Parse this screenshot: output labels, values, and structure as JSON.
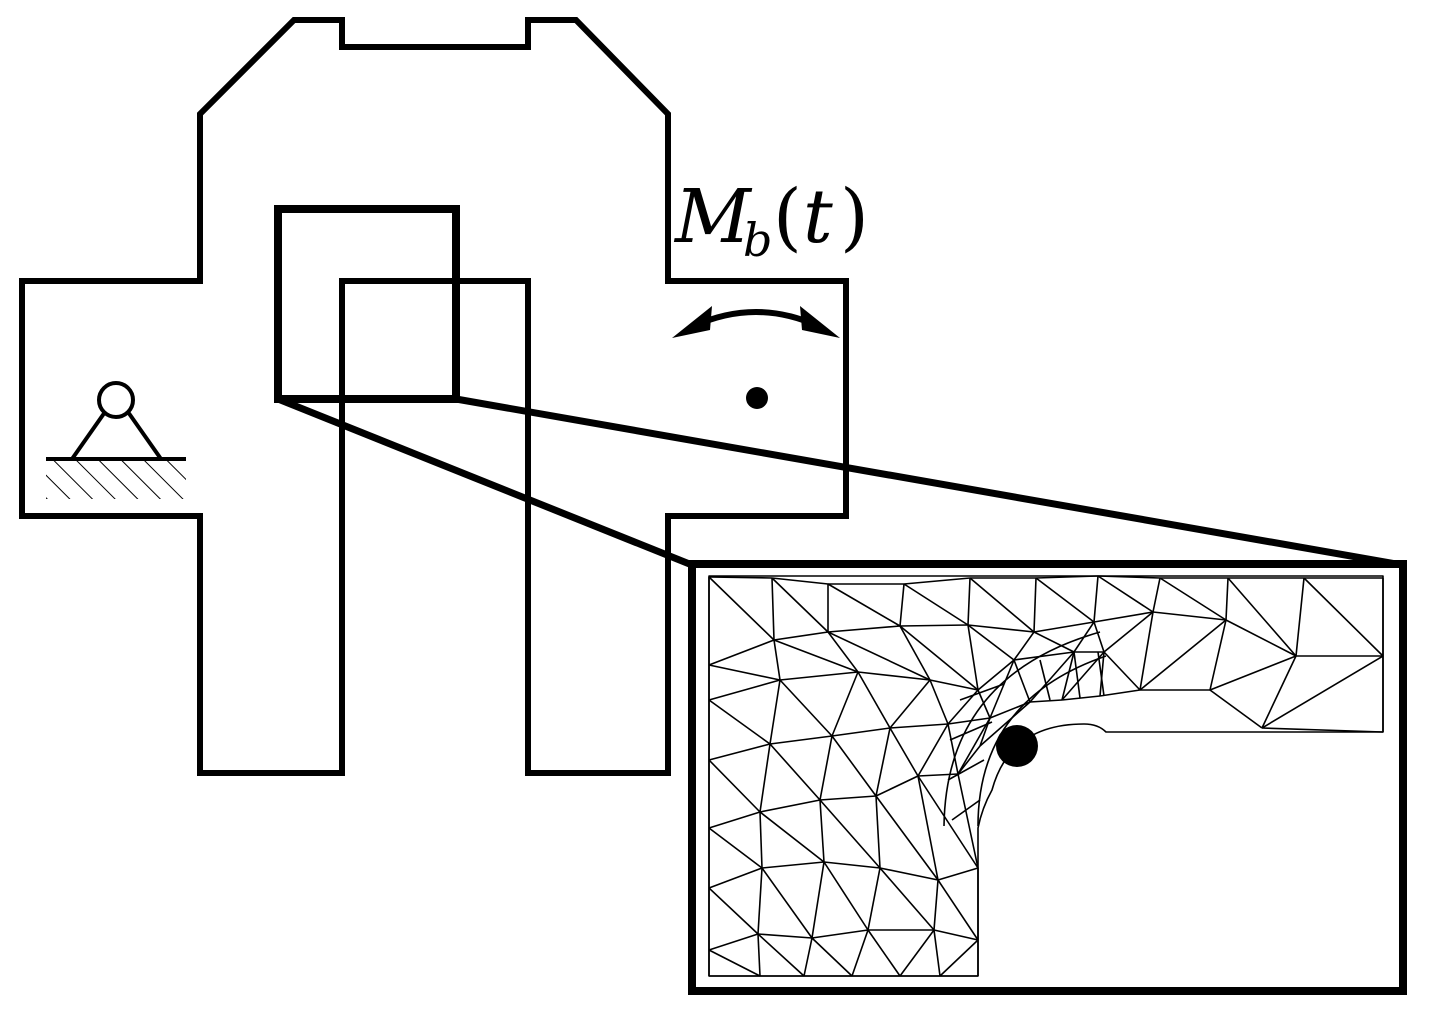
{
  "diagram": {
    "moment_label": {
      "symbol": "M",
      "subscript": "b",
      "open_paren": "(",
      "argument": "t",
      "close_paren": ")"
    },
    "colors": {
      "stroke": "#000000",
      "background": "#ffffff"
    },
    "elements": {
      "support": "pin-support-icon",
      "load_point": "load-point-marker",
      "moment_arrow": "double-headed-curved-arrow-icon",
      "zoom_box": "zoom-region-box",
      "mesh_inset": "finite-element-mesh-inset",
      "mesh_marker": "evaluation-point-marker"
    }
  }
}
